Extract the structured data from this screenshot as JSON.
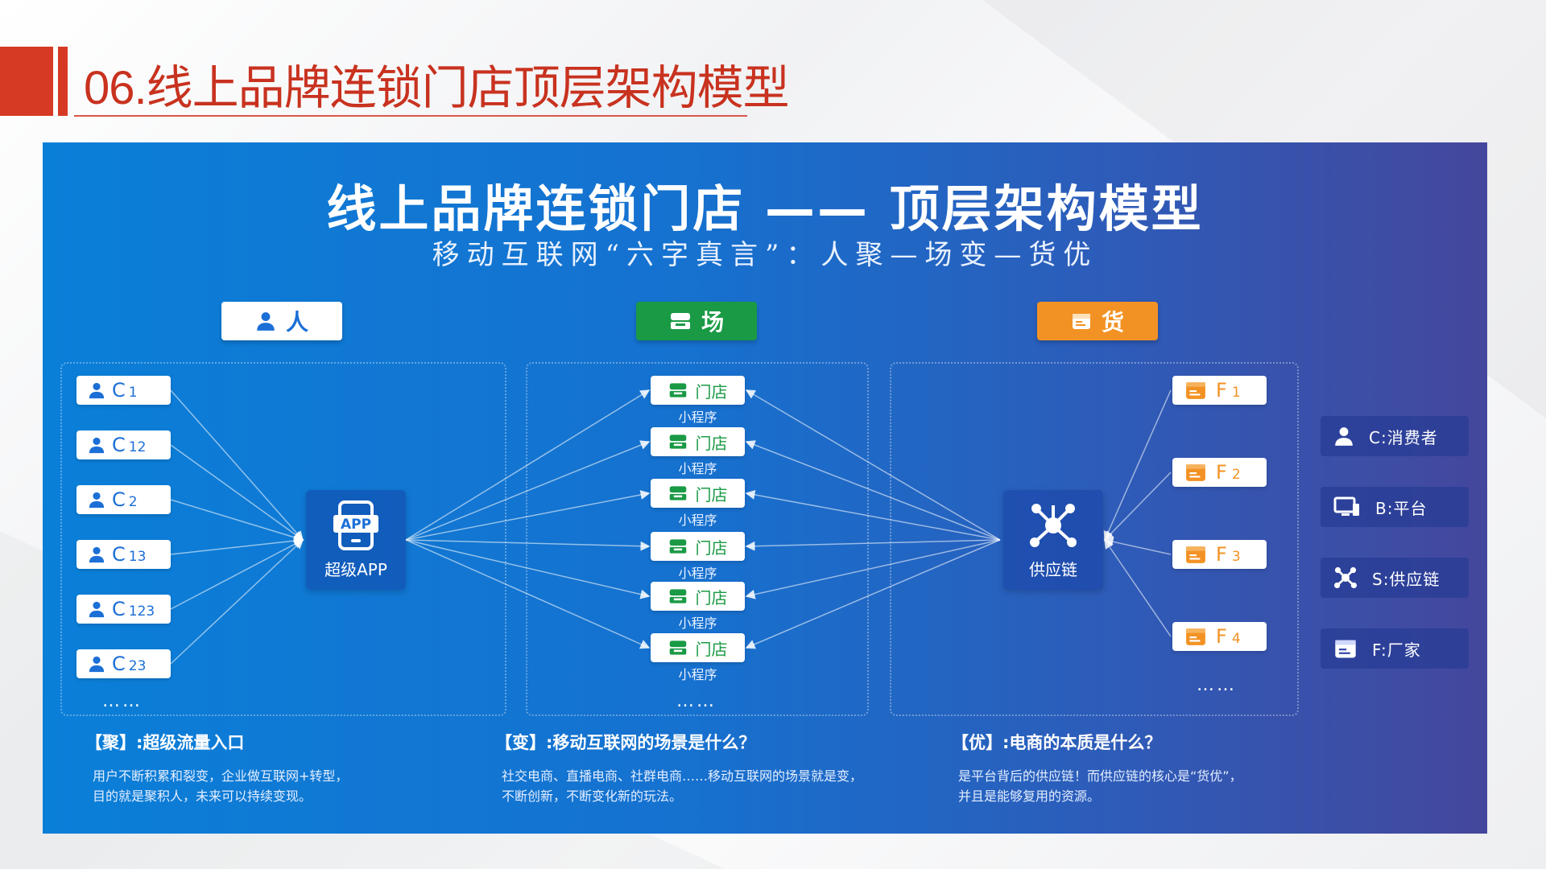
{
  "page_title": "06.线上品牌连锁门店顶层架构模型",
  "panel": {
    "title": "线上品牌连锁门店 —— 顶层架构模型",
    "subtitle": "移动互联网“六字真言”：人聚—场变—货优"
  },
  "sections": {
    "ren": "人",
    "chang": "场",
    "huo": "货"
  },
  "consumers": [
    {
      "main": "C",
      "sub": "1"
    },
    {
      "main": "C",
      "sub": "12"
    },
    {
      "main": "C",
      "sub": "2"
    },
    {
      "main": "C",
      "sub": "13"
    },
    {
      "main": "C",
      "sub": "123"
    },
    {
      "main": "C",
      "sub": "23"
    }
  ],
  "hubs": {
    "app_badge": "APP",
    "app_label": "超级APP",
    "supply_label": "供应链"
  },
  "stores": {
    "label": "门店",
    "caption": "小程序",
    "count": 6
  },
  "factories": [
    {
      "main": "F",
      "sub": "1"
    },
    {
      "main": "F",
      "sub": "2"
    },
    {
      "main": "F",
      "sub": "3"
    },
    {
      "main": "F",
      "sub": "4"
    }
  ],
  "ellipsis": "……",
  "legend": [
    {
      "label": "C:消费者",
      "icon": "user-icon"
    },
    {
      "label": "B:平台",
      "icon": "monitor-icon"
    },
    {
      "label": "S:供应链",
      "icon": "network-icon"
    },
    {
      "label": "F:厂家",
      "icon": "box-icon"
    }
  ],
  "notes": [
    {
      "title": "【聚】:超级流量入口",
      "body": [
        "用户不断积累和裂变，企业做互联网+转型，",
        "目的就是聚积人，未来可以持续变现。"
      ]
    },
    {
      "title": "【变】:移动互联网的场景是什么？",
      "body": [
        "社交电商、直播电商、社群电商……移动互联网的场景就是变，",
        "不断创新，不断变化新的玩法。"
      ]
    },
    {
      "title": "【优】:电商的本质是什么？",
      "body": [
        "是平台背后的供应链！而供应链的核心是“货优”，",
        "并且是能够复用的资源。"
      ]
    }
  ],
  "colors": {
    "accent_red": "#d63a24",
    "blue": "#1c6fd6",
    "green": "#1a9a45",
    "orange": "#f39224"
  }
}
